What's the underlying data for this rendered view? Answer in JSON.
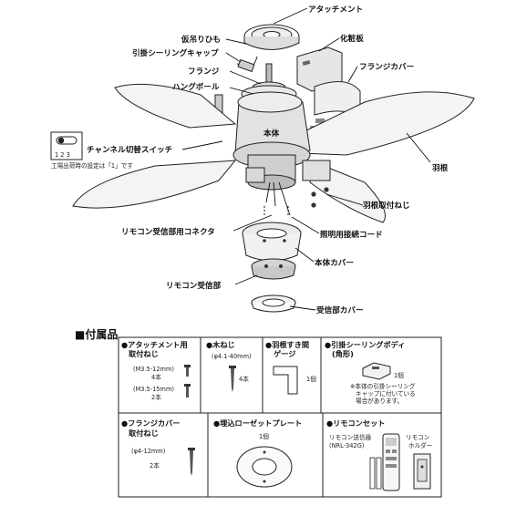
{
  "labels": {
    "attachment": "アタッチメント",
    "karitsuri": "仮吊りひも",
    "hikkake_cap": "引掛シーリングキャップ",
    "flange": "フランジ",
    "hang_ball": "ハングボール",
    "keshoban": "化粧板",
    "flange_cover": "フランジカバー",
    "honntai": "本体",
    "channel_switch": "チャンネル切替スイッチ",
    "factory_note": "工場出荷時の設定は「1」です",
    "switch_digits": "1 2 3",
    "hane": "羽根",
    "hane_screw": "羽根取付ねじ",
    "remocon_connector": "リモコン受信部用コネクタ",
    "lighting_cord": "照明用接続コード",
    "body_cover": "本体カバー",
    "remocon_receiver": "リモコン受信部",
    "receiver_cover": "受信部カバー"
  },
  "accessories": {
    "title": "■付属品",
    "attach_screw": {
      "title_line1": "●アタッチメント用",
      "title_line2": "取付ねじ",
      "spec1": "(M3.5-12mm)",
      "qty1": "4本",
      "spec2": "(M3.5-15mm)",
      "qty2": "2本"
    },
    "wood_screw": {
      "title": "●木ねじ",
      "spec": "(φ4.1-40mm)",
      "qty": "4本"
    },
    "blade_gauge": {
      "title_line1": "●羽根すき間",
      "title_line2": "ゲージ",
      "qty": "1個"
    },
    "hikkake_body": {
      "title_line1": "●引掛シーリングボディ",
      "title_line2": "(角形)",
      "qty": "1個",
      "note1": "※本体の引掛シーリング",
      "note2": "キャップに付いている",
      "note3": "場合があります。"
    },
    "flange_screw": {
      "title_line1": "●フランジカバー",
      "title_line2": "取付ねじ",
      "spec": "(φ4-12mm)",
      "qty": "2本"
    },
    "rosette": {
      "title": "●埋込ローゼットプレート",
      "qty": "1個"
    },
    "remocon_set": {
      "title": "●リモコンセット",
      "transmitter_line1": "リモコン送信器",
      "transmitter_line2": "(NRL-342G)",
      "holder_line1": "リモコン",
      "holder_line2": "ホルダー"
    }
  }
}
